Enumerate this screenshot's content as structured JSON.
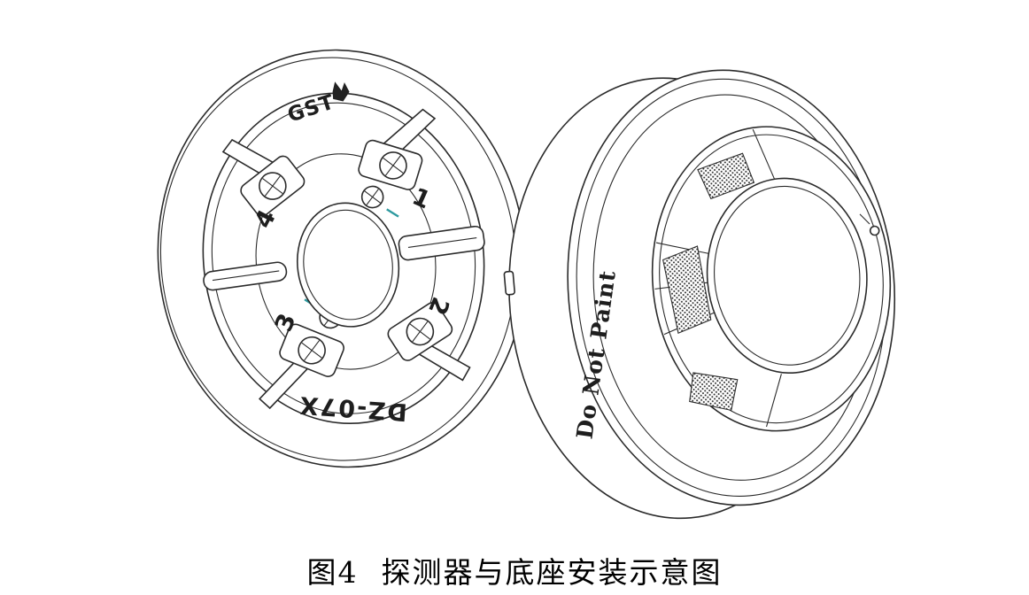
{
  "figure": {
    "caption_number": "图4",
    "caption_text": "探测器与底座安装示意图"
  },
  "base": {
    "brand": "GST",
    "model": "DZ-07X",
    "terminals": [
      "1",
      "2",
      "3",
      "4"
    ]
  },
  "detector": {
    "warning_label": "Do Not Paint"
  },
  "colors": {
    "line": "#2b2b2b",
    "accent_teal": "#2e9aa0",
    "background": "#ffffff",
    "text": "#000000"
  }
}
